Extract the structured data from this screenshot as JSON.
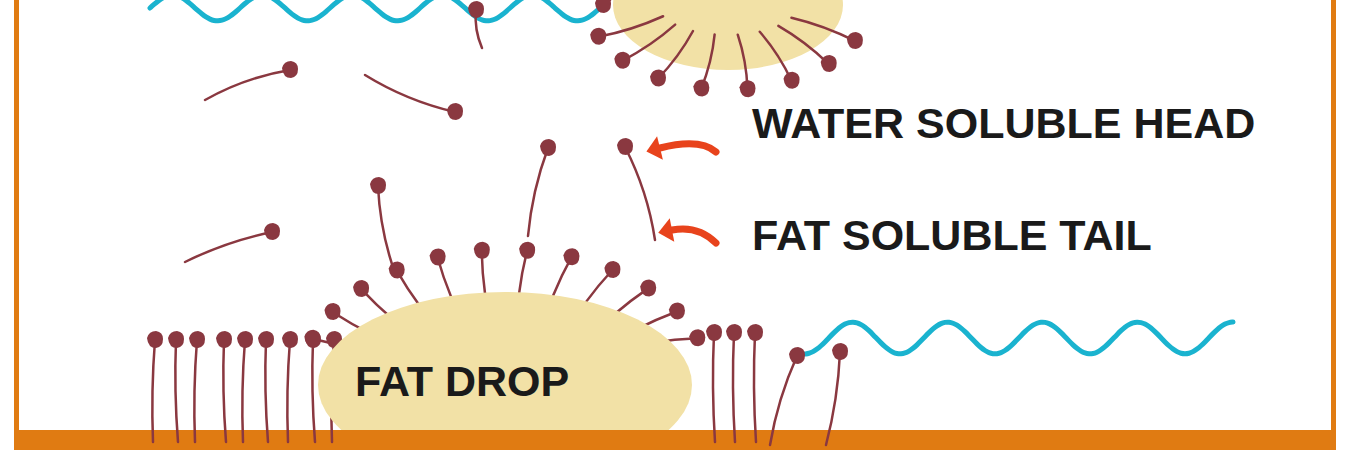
{
  "diagram": {
    "nodes": [
      {
        "text": [
          "FAT DROP"
        ]
      }
    ],
    "labels": [
      "WATER SOLUBLE HEAD",
      "FAT SOLUBLE TAIL"
    ]
  }
}
